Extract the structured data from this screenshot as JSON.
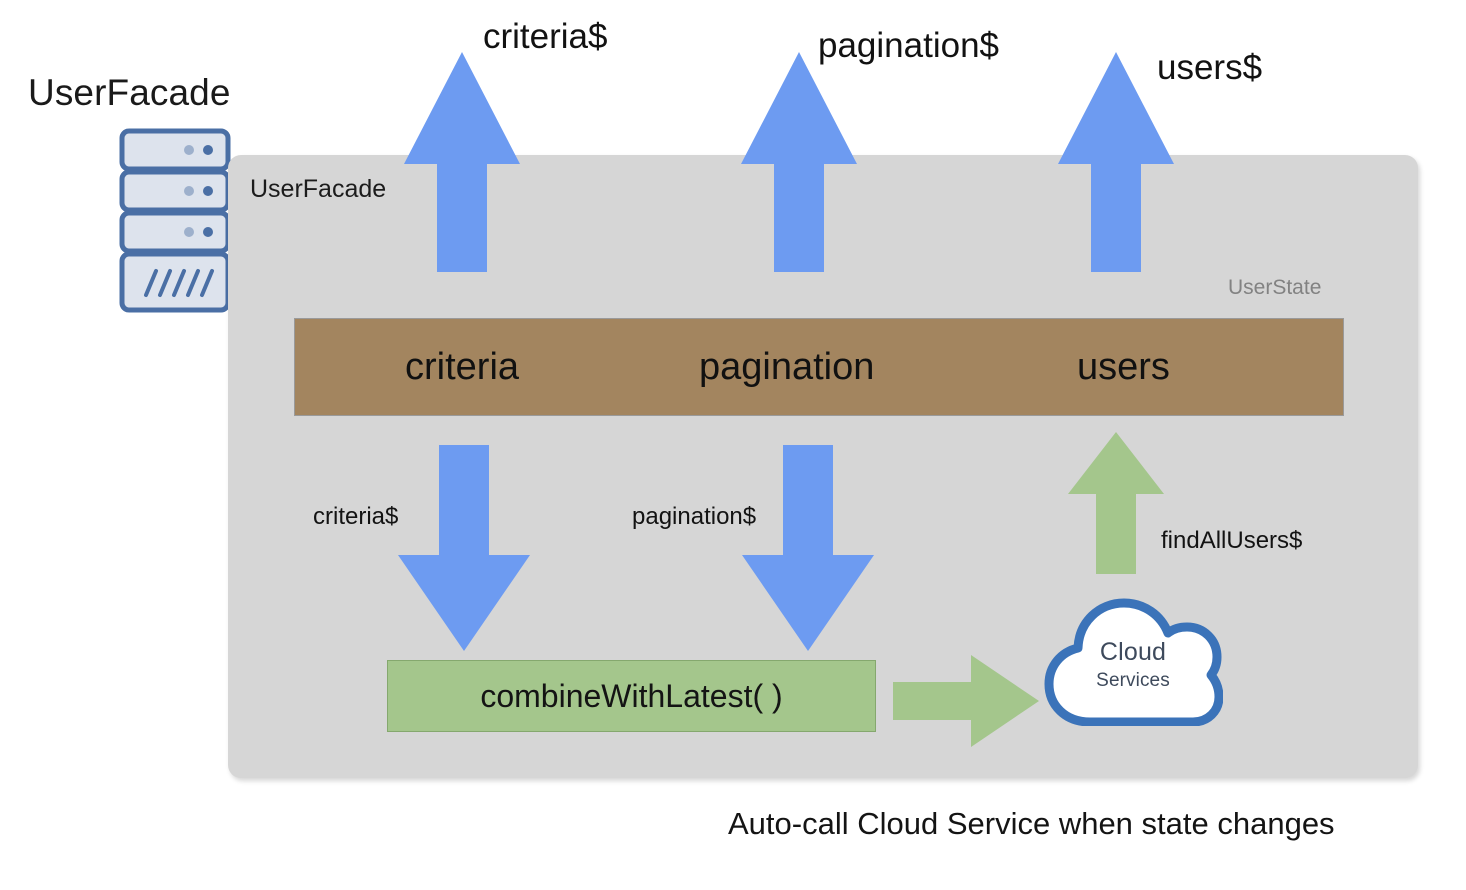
{
  "diagram": {
    "outer_title": "UserFacade",
    "panel_label": "UserFacade",
    "state_label": "UserState",
    "caption": "Auto-call Cloud Service when state changes"
  },
  "output_streams": [
    {
      "label": "criteria$",
      "arrow": "up-arrow-criteria"
    },
    {
      "label": "pagination$",
      "arrow": "up-arrow-pagination"
    },
    {
      "label": "users$",
      "arrow": "up-arrow-users"
    }
  ],
  "state_properties": [
    {
      "label": "criteria"
    },
    {
      "label": "pagination"
    },
    {
      "label": "users"
    }
  ],
  "input_streams": [
    {
      "label": "criteria$",
      "arrow": "down-arrow-criteria"
    },
    {
      "label": "pagination$",
      "arrow": "down-arrow-pagination"
    }
  ],
  "operator": {
    "label": "combineWithLatest( )"
  },
  "service": {
    "title": "Cloud",
    "subtitle": "Services",
    "request_label": "findAllUsers$"
  },
  "colors": {
    "stream_blue": "#6d9bf1",
    "state_brown": "#a3855f",
    "operator_green": "#a4c68c",
    "panel_gray": "#d6d6d6",
    "cloud_blue": "#3b73b9",
    "state_label_gray": "#828282",
    "icon_blue": "#4a6fa5",
    "icon_fill": "#dde3ed"
  }
}
